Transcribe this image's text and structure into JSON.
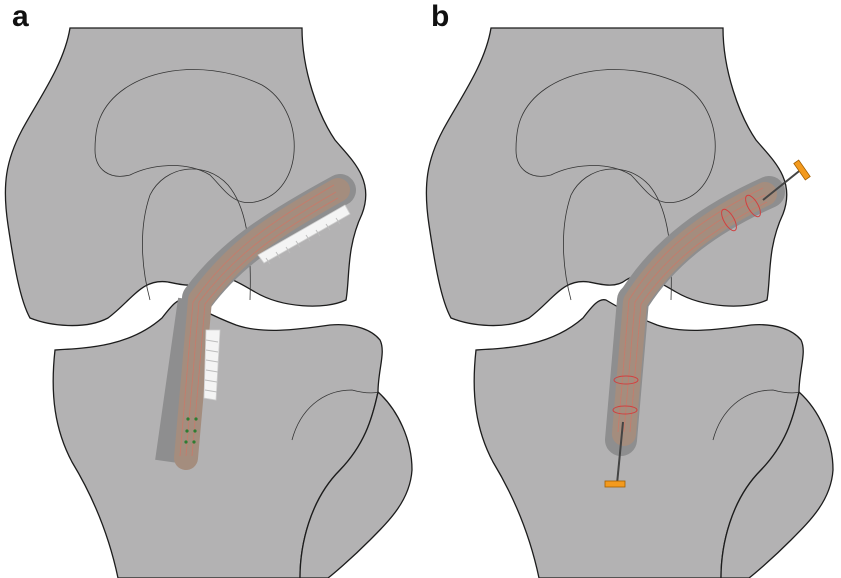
{
  "panels": [
    {
      "label": "a"
    },
    {
      "label": "b"
    }
  ],
  "colors": {
    "bone": "#b3b2b3",
    "bone_outline": "#1c1c1c",
    "graft": "#a48d7e",
    "graft_strands": "#c87a6a",
    "tunnel": "#8e8e8f",
    "screw": "#f4f4f4",
    "sutures": "#2e7d32",
    "fixation_button": "#f39a1e",
    "pin": "#444444"
  },
  "icons": {
    "femur": "femur-bone",
    "tibia": "tibia-bone",
    "fibula": "fibula-bone",
    "graft": "tendon-graft",
    "interference_screw": "interference-screw",
    "cortical_button": "cortical-button"
  }
}
